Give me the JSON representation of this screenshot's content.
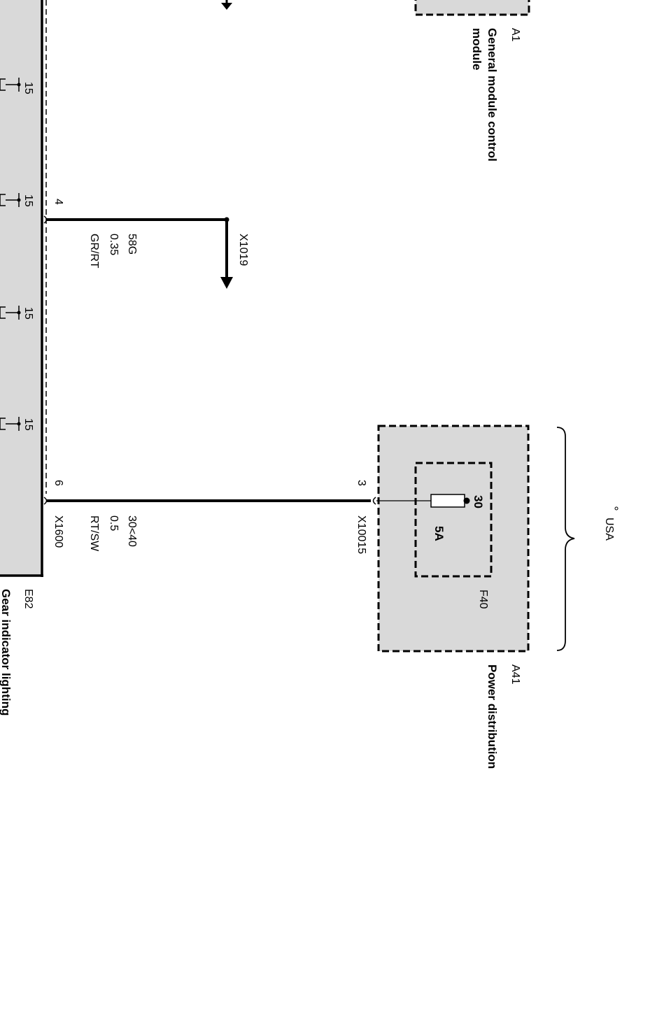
{
  "components": {
    "a1": {
      "ref": "A1",
      "name_line1": "General module control",
      "name_line2": "module"
    },
    "a41": {
      "ref": "A41",
      "name": "Power distribution"
    },
    "f40": {
      "ref": "F40",
      "rating": "5A",
      "pin": "30"
    },
    "e82": {
      "ref": "E82",
      "name": "Gear indicator lighting"
    },
    "region": {
      "label": "USA"
    }
  },
  "connectors": {
    "x1600": "X1600",
    "x10015": "X10015",
    "x1019": "X1019"
  },
  "pins": {
    "e82_pin_4": "4",
    "e82_pin_6": "6",
    "a41_pin_3": "3",
    "terminal_15": "15"
  },
  "wires": [
    {
      "circuit": "58G",
      "gauge": "0.35",
      "color": "GR/RT"
    },
    {
      "circuit": "30<40",
      "gauge": "0.5",
      "color": "RT/SW"
    }
  ],
  "colors": {
    "module_fill": "#d9d9d9",
    "line": "#000000"
  }
}
